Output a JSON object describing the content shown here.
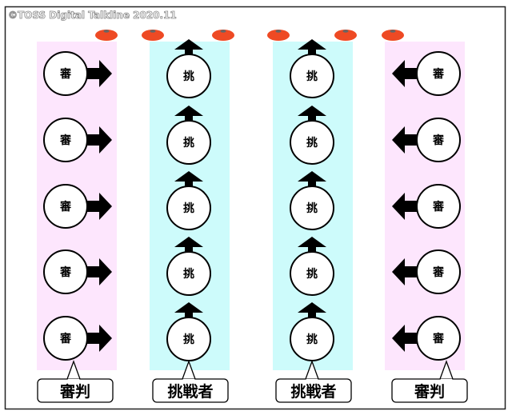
{
  "credit": "©TOSS  Digital Talkline 2020.11",
  "colors": {
    "referee_bg": "#fde6fd",
    "challenger_bg": "#cdfbfb",
    "cone": "#ee4a24",
    "cone_top": "#666666"
  },
  "columns": [
    {
      "role": "referee",
      "circle_label": "審",
      "arrow": "right",
      "label": "審判",
      "count": 5
    },
    {
      "role": "challenger",
      "circle_label": "挑",
      "arrow": "up",
      "label": "挑戦者",
      "count": 5
    },
    {
      "role": "challenger",
      "circle_label": "挑",
      "arrow": "up",
      "label": "挑戦者",
      "count": 5
    },
    {
      "role": "referee",
      "circle_label": "審",
      "arrow": "left",
      "label": "審判",
      "count": 5
    }
  ],
  "cones": 6
}
